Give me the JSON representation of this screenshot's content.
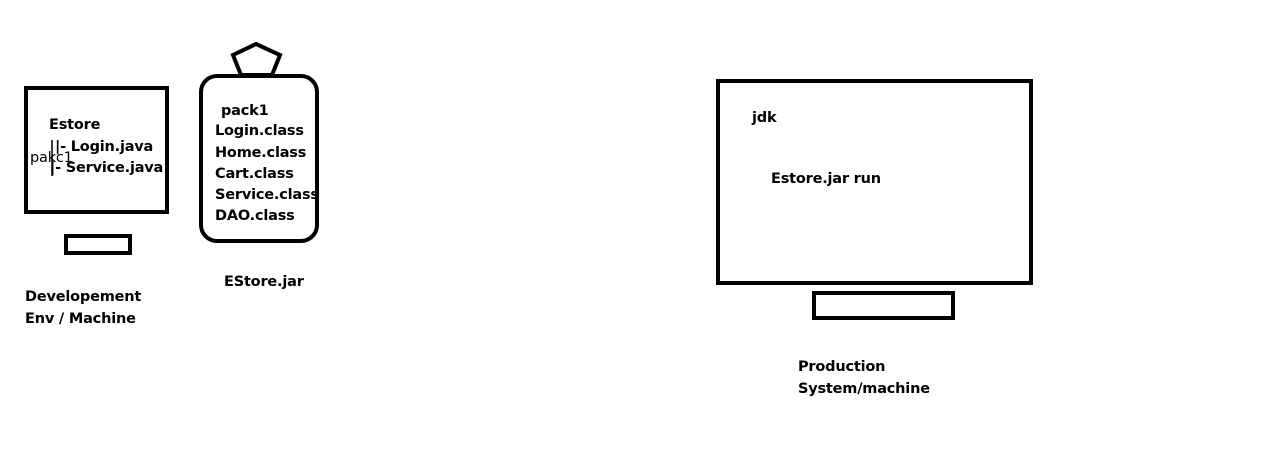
{
  "colors": {
    "stroke": "#000000",
    "background": "#ffffff",
    "text": "#000000"
  },
  "dev_machine": {
    "folder": "Estore",
    "package_note": "pakc1",
    "files": [
      "|- Login.java",
      "|- Service.java"
    ],
    "caption_line1": "Developement",
    "caption_line2": "Env / Machine"
  },
  "jar": {
    "package": "pack1",
    "classes": [
      "Login.class",
      "Home.class",
      "Cart.class",
      "Service.class",
      "DAO.class"
    ],
    "caption": "EStore.jar"
  },
  "production": {
    "runtime": "jdk",
    "command": "Estore.jar run",
    "caption_line1": "Production",
    "caption_line2": "System/machine"
  }
}
